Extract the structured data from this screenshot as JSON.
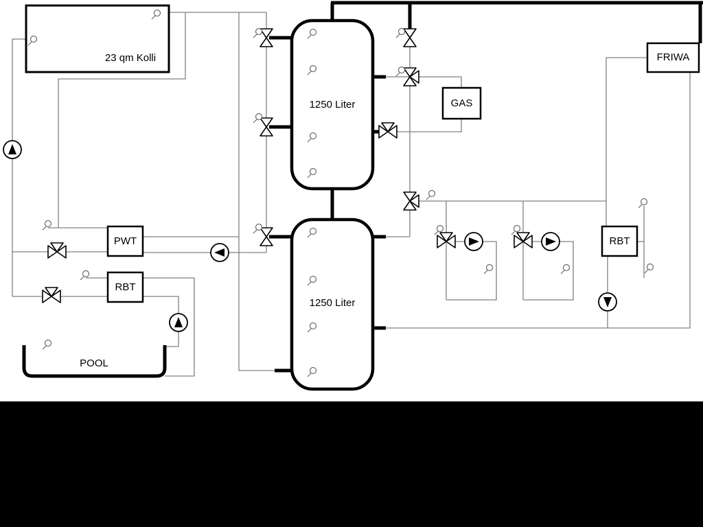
{
  "labels": {
    "collector": "23 qm Kolli",
    "tank1": "1250 Liter",
    "tank2": "1250 Liter",
    "gas": "GAS",
    "friwa": "FRIWA",
    "pwt": "PWT",
    "rbt_left": "RBT",
    "rbt_right": "RBT",
    "pool": "POOL"
  },
  "colors": {
    "pipe_thin": "#808080",
    "pipe_thick": "#000000",
    "component_outline": "#000000",
    "background": "#ffffff",
    "bottom_panel": "#000000",
    "pump_triangle": "#000000",
    "sensor_outline": "#6a6a6a"
  },
  "icons": {
    "pump": "pump-icon: circle with solid directional triangle",
    "valve": "three-way-valve-icon: bowtie of hollow triangles",
    "sensor": "temperature-sensor-icon: small circle with stem"
  }
}
